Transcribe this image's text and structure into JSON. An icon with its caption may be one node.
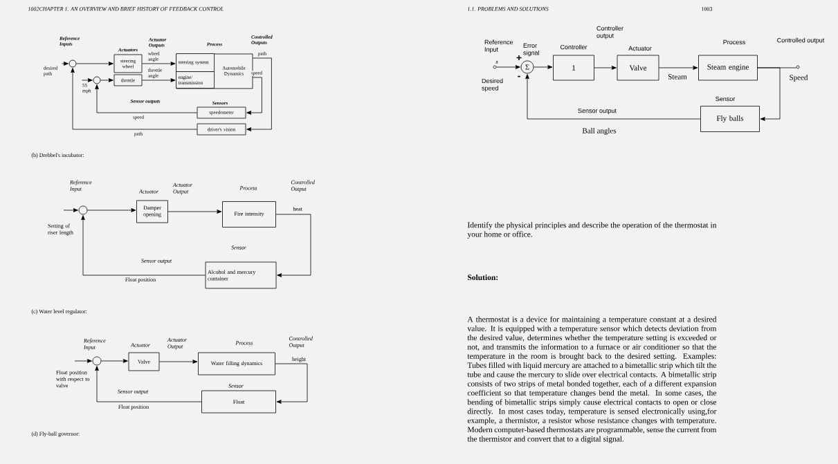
{
  "diagram": {
    "nodes": [
      {
        "text": [],
        "shape": "circle"
      },
      {
        "text": [],
        "shape": "circle"
      },
      {
        "text": [
          "steering wheel"
        ]
      },
      {
        "text": [
          "throttle"
        ]
      },
      {
        "text": [
          "Automobile Dynamics"
        ]
      },
      {
        "text": [
          "steering system"
        ],
        "in": 4
      },
      {
        "text": [
          "engine/ transmission"
        ],
        "in": 4
      },
      {
        "text": [
          "speedometer"
        ]
      },
      {
        "text": [
          "driver's vision"
        ]
      },
      {
        "text": [
          "desired path"
        ]
      },
      {
        "text": [
          "55 mph"
        ]
      },
      {
        "text": [
          "Setting of riser length"
        ]
      },
      {
        "text": [],
        "shape": "circle"
      },
      {
        "text": [
          "Damper opening"
        ]
      },
      {
        "text": [
          "Fire intensity"
        ]
      },
      {
        "text": [
          "Alcohol and mercury container"
        ]
      },
      {
        "text": [
          "Float position with respect to valve"
        ]
      },
      {
        "text": [],
        "shape": "circle"
      },
      {
        "text": [
          "Valve"
        ]
      },
      {
        "text": [
          "Water filling dynamics"
        ]
      },
      {
        "text": [
          "Float"
        ]
      },
      {
        "text": [],
        "shape": "circle"
      },
      {
        "text": [
          "Σ"
        ]
      },
      {
        "text": [
          "1"
        ]
      },
      {
        "text": [
          "Valve"
        ]
      },
      {
        "text": [
          "Steam engine"
        ]
      },
      {
        "text": [],
        "shape": "circle"
      },
      {
        "text": [
          "Fly balls"
        ]
      }
    ],
    "edges": [
      {
        "from": 9,
        "to": 0,
        "arrow": "to"
      },
      {
        "from": 10,
        "to": 1,
        "arrow": "to"
      },
      {
        "from": 0,
        "to": 2,
        "arrow": "to"
      },
      {
        "from": 1,
        "to": 3,
        "arrow": "to"
      },
      {
        "from": 2,
        "to": 5,
        "arrow": "to",
        "label": "wheel angle"
      },
      {
        "from": 3,
        "to": 6,
        "arrow": "to",
        "label": "throttle angle"
      },
      {
        "from": 4,
        "to": 8,
        "arrow": "to",
        "label": "path"
      },
      {
        "from": 4,
        "to": 7,
        "arrow": "to",
        "label": "speed"
      },
      {
        "from": 7,
        "to": 1,
        "arrow": "to",
        "label": "speed"
      },
      {
        "from": 8,
        "to": 0,
        "arrow": "to",
        "label": "path"
      },
      {
        "from": 11,
        "to": 12,
        "arrow": "to"
      },
      {
        "from": 12,
        "to": 13,
        "arrow": "to"
      },
      {
        "from": 13,
        "to": 14,
        "arrow": "to"
      },
      {
        "from": 14,
        "to": 15,
        "arrow": "to",
        "label": "heat"
      },
      {
        "from": 15,
        "to": 12,
        "arrow": "to",
        "label": "Float position"
      },
      {
        "from": 16,
        "to": 17,
        "arrow": "to"
      },
      {
        "from": 17,
        "to": 18,
        "arrow": "to"
      },
      {
        "from": 18,
        "to": 19,
        "arrow": "to"
      },
      {
        "from": 19,
        "to": 20,
        "arrow": "to",
        "label": "height"
      },
      {
        "from": 20,
        "to": 17,
        "arrow": "to",
        "label": "Float position"
      },
      {
        "from": 21,
        "to": 22,
        "arrow": "to"
      },
      {
        "from": 22,
        "to": 23,
        "arrow": "to"
      },
      {
        "from": 23,
        "to": 24,
        "arrow": "to"
      },
      {
        "from": 24,
        "to": 25,
        "arrow": "to",
        "label": "Steam"
      },
      {
        "from": 25,
        "to": 26,
        "arrow": "none"
      },
      {
        "from": 25,
        "to": 27,
        "arrow": "to"
      },
      {
        "from": 27,
        "to": 22,
        "arrow": "to",
        "label": "Ball angles"
      }
    ],
    "labels": [
      "1002CHAPTER 1. AN OVERVIEW AND BRIEF HISTORY OF FEEDBACK CONTROL",
      "1.1. PROBLEMS AND SOLUTIONS",
      "1003",
      "Reference Inputs",
      "Actuators",
      "Actuator Outputs",
      "Process",
      "Controlled Outputs",
      "Sensor outputs",
      "Sensors",
      "(b) Drebbel's incubator:",
      "Reference Input",
      "Actuator",
      "Actuator Output",
      "Process",
      "Controlled Output",
      "Sensor",
      "Sensor output",
      "(c) Water level regulator:",
      "Reference Input",
      "Actuator",
      "Actuator Output",
      "Process",
      "Controlled Output",
      "Sensor",
      "Sensor output",
      "(d) Fly-ball governor:",
      "Reference Input",
      "a",
      "+",
      "-",
      "Error signal",
      "Controller",
      "Controller output",
      "Actuator",
      "Process",
      "Controlled output",
      "Desired speed",
      "Speed",
      "Sensor",
      "Sensor output",
      "Identify the physical principles and describe the operation of the thermostat in your home or office.",
      "Solution:",
      "A thermostat is a device for maintaining a temperature constant at a desired value. It is equipped with a temperature sensor which detects deviation from the desired value, determines whether the temperature setting is exceeded or not, and transmits the information to a furnace or air conditioner so that the temperature in the room is brought back to the desired setting. Examples: Tubes filled with liquid mercury are attached to a bimetallic strip which tilt the tube and cause the mercury to slide over electrical contacts. A bimetallic strip consists of two strips of metal bonded together, each of a different expansion coefficient so that temperature changes bend the metal. In some cases, the bending of bimetallic strips simply cause electrical contacts to open or close directly. In most cases today, temperature is sensed electronically using,for example, a thermistor, a resistor whose resistance changes with temperature. Modern computer-based thermostats are programmable, sense the current from the thermistor and convert that to a digital signal."
    ]
  }
}
